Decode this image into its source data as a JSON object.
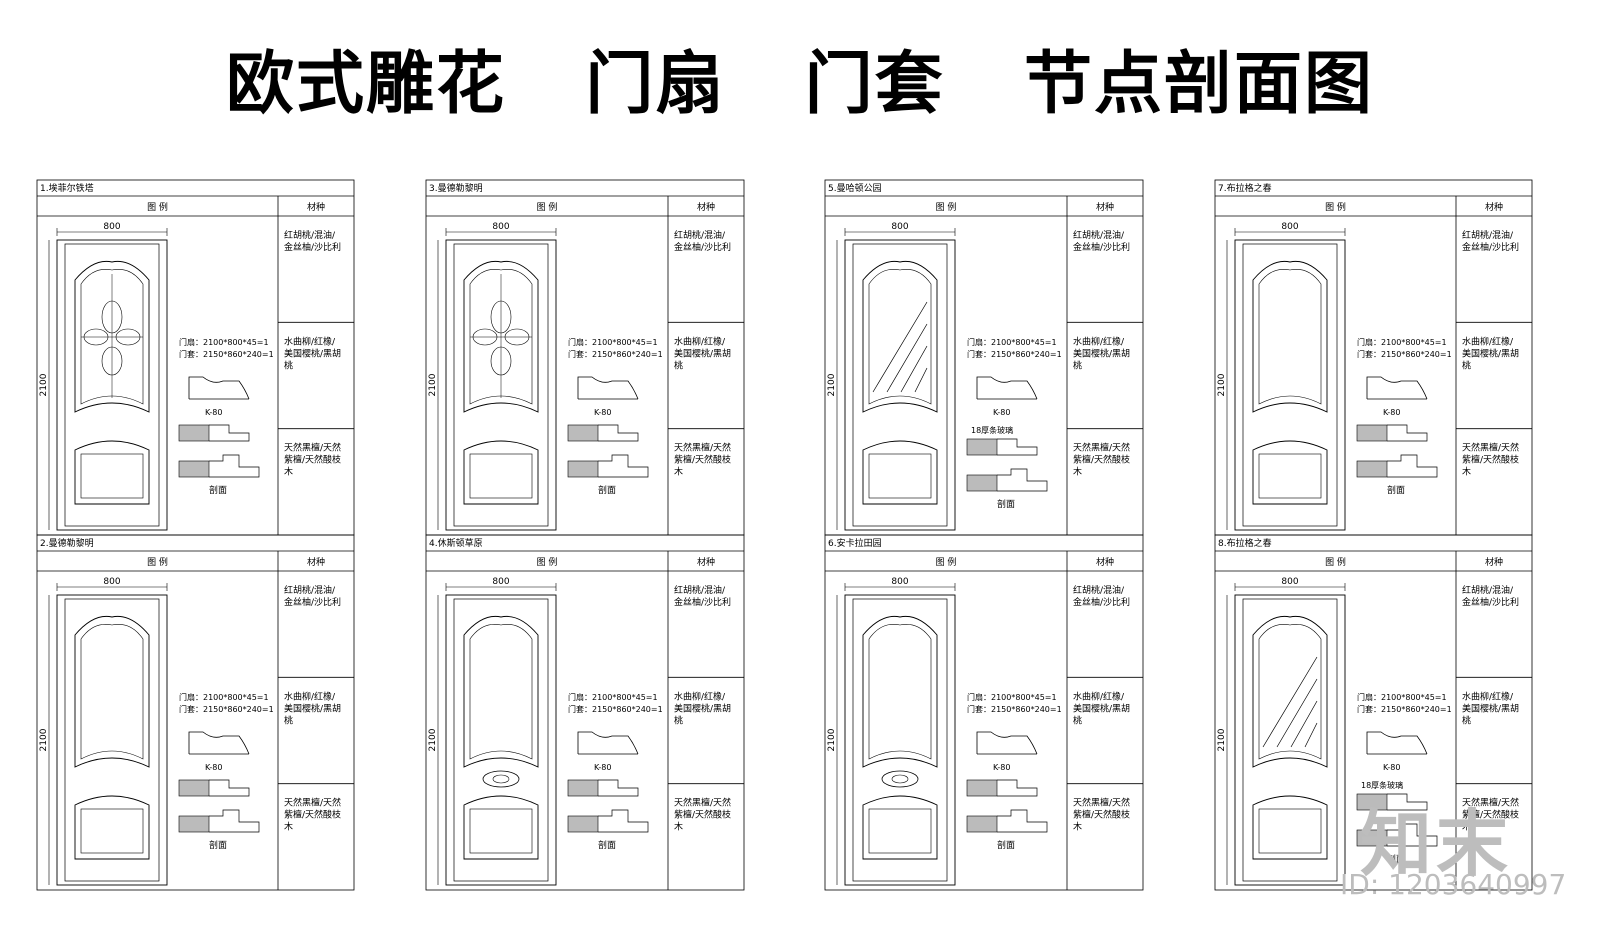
{
  "title": "欧式雕花  门扇  门套  节点剖面图",
  "table_headers": {
    "legend": "图 例",
    "material": "材种"
  },
  "materials": [
    "红胡桃/混油/金丝柚/沙比利",
    "水曲柳/红橡/美国樱桃/黑胡桃",
    "天然黑檀/天然紫檀/天然酸枝木"
  ],
  "dims": {
    "width": "800",
    "height": "2100",
    "leaf": "门扇：2100*800*45=1",
    "frame": "门套：2150*860*240=1",
    "profile": "K-80",
    "section": "剖面",
    "glass": "18厚条玻璃"
  },
  "panels": [
    {
      "title": "1.埃菲尔铁塔",
      "style": "carved",
      "glass": false
    },
    {
      "title": "2.曼德勒黎明",
      "style": "plain",
      "glass": false
    },
    {
      "title": "3.曼德勒黎明",
      "style": "leaded",
      "glass": false
    },
    {
      "title": "4.休斯顿草原",
      "style": "medallion",
      "glass": false
    },
    {
      "title": "5.曼哈顿公园",
      "style": "glass",
      "glass": true
    },
    {
      "title": "6.安卡拉田园",
      "style": "medallion2",
      "glass": false
    },
    {
      "title": "7.布拉格之春",
      "style": "plain2",
      "glass": false
    },
    {
      "title": "8.布拉格之春",
      "style": "glass2",
      "glass": true
    }
  ],
  "watermark": {
    "logo": "知末",
    "id": "ID: 1203640997"
  }
}
